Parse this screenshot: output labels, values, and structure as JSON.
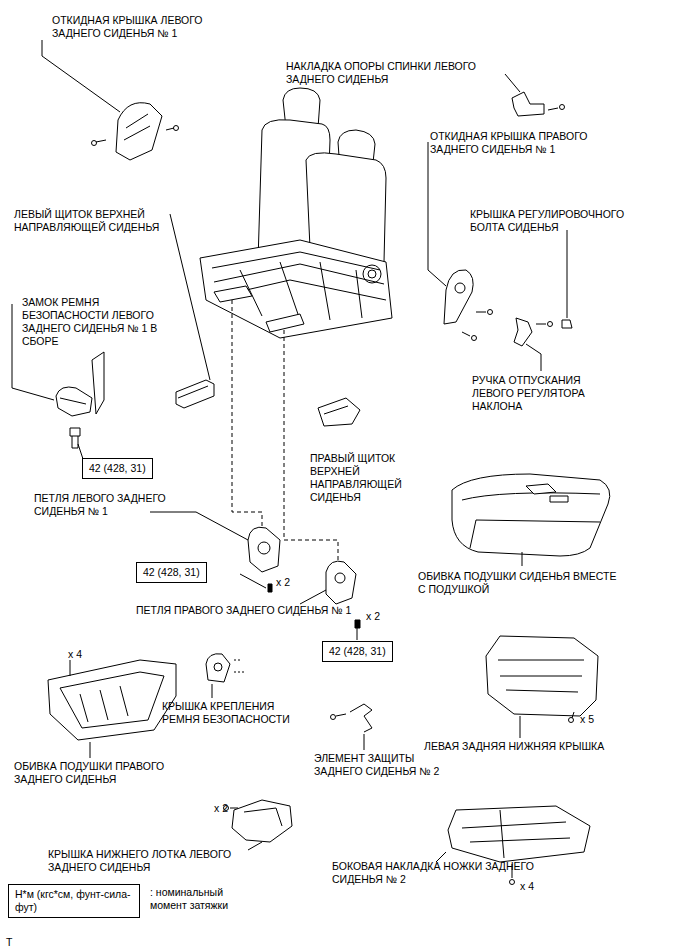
{
  "diagram": {
    "nodes": [
      {
        "text": [
          "42 (428, 31)"
        ]
      },
      {
        "text": [
          "42 (428, 31)"
        ]
      },
      {
        "text": [
          "42 (428, 31)"
        ]
      },
      {
        "text": [
          "Н*м (кгс*см, фунт-сила-фут)"
        ]
      }
    ],
    "labels": [
      "ОТКИДНАЯ КРЫШКА ЛЕВОГО ЗАДНЕГО СИДЕНЬЯ № 1",
      "НАКЛАДКА ОПОРЫ СПИНКИ ЛЕВОГО ЗАДНЕГО СИДЕНЬЯ",
      "ОТКИДНАЯ КРЫШКА ПРАВОГО ЗАДНЕГО СИДЕНЬЯ № 1",
      "КРЫШКА РЕГУЛИРОВОЧНОГО БОЛТА СИДЕНЬЯ",
      "ЛЕВЫЙ ЩИТОК ВЕРХНЕЙ НАПРАВЛЯЮЩЕЙ СИДЕНЬЯ",
      "ЗАМОК РЕМНЯ БЕЗОПАСНОСТИ ЛЕВОГО ЗАДНЕГО СИДЕНЬЯ № 1 В СБОРЕ",
      "РУЧКА ОТПУСКАНИЯ ЛЕВОГО РЕГУЛЯТОРА НАКЛОНА",
      "ПРАВЫЙ ЩИТОК ВЕРХНЕЙ НАПРАВЛЯЮЩЕЙ СИДЕНЬЯ",
      "ПЕТЛЯ ЛЕВОГО ЗАДНЕГО СИДЕНЬЯ № 1",
      "x 2",
      "ПЕТЛЯ ПРАВОГО ЗАДНЕГО СИДЕНЬЯ № 1",
      "x 2",
      "ОБИВКА ПОДУШКИ СИДЕНЬЯ ВМЕСТЕ С ПОДУШКОЙ",
      "x 4",
      "КРЫШКА КРЕПЛЕНИЯ РЕМНЯ БЕЗОПАСНОСТИ",
      "x 5",
      "ЛЕВАЯ ЗАДНЯЯ НИЖНЯЯ КРЫШКА",
      "ОБИВКА ПОДУШКИ ПРАВОГО ЗАДНЕГО СИДЕНЬЯ",
      "ЭЛЕМЕНТ ЗАЩИТЫ ЗАДНЕГО СИДЕНЬЯ № 2",
      "x 2",
      "КРЫШКА НИЖНЕГО ЛОТКА ЛЕВОГО ЗАДНЕГО СИДЕНЬЯ",
      "БОКОВАЯ НАКЛАДКА НОЖКИ ЗАДНЕГО СИДЕНЬЯ № 2",
      "x 4",
      "T"
    ],
    "legend": [
      {
        "text": ": номинальный момент затяжки"
      }
    ]
  }
}
